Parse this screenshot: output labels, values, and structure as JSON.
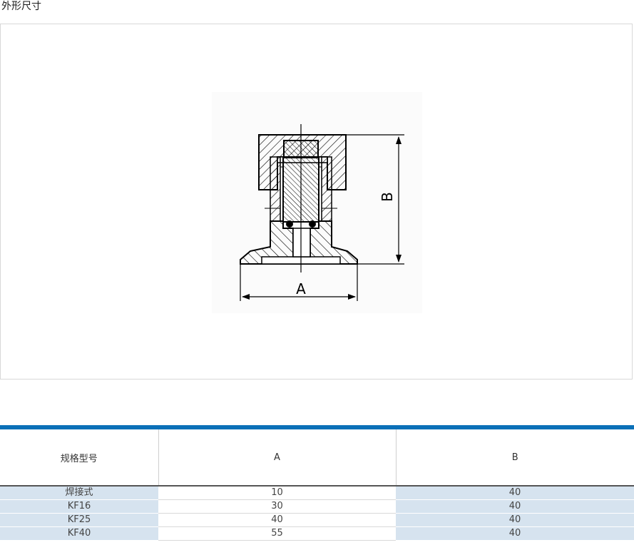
{
  "section": {
    "title": "外形尺寸"
  },
  "drawing": {
    "label_a": "A",
    "label_b": "B"
  },
  "table": {
    "headers": [
      "规格型号",
      "A",
      "B"
    ],
    "rows": [
      [
        "焊接式",
        "10",
        "40"
      ],
      [
        "KF16",
        "30",
        "40"
      ],
      [
        "KF25",
        "40",
        "40"
      ],
      [
        "KF40",
        "55",
        "40"
      ]
    ]
  },
  "colors": {
    "accent": "#0b70b8",
    "row_shade": "#d6e3ef"
  }
}
